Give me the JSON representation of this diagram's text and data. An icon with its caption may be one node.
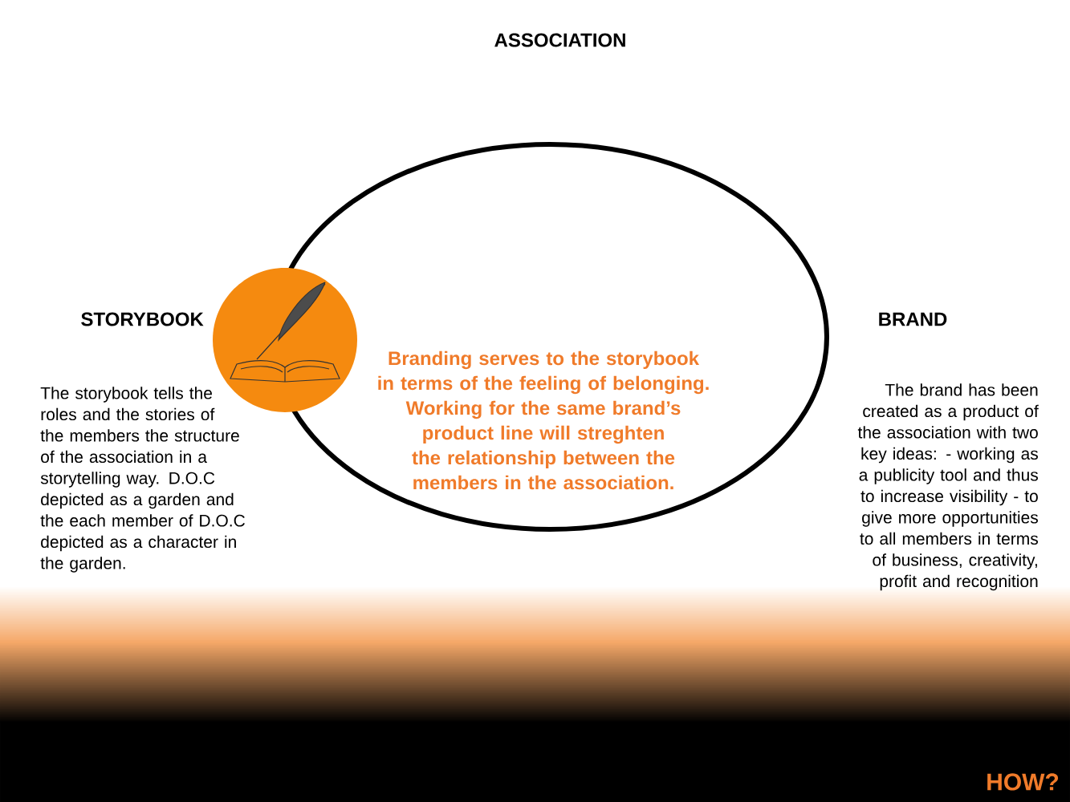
{
  "diagram": {
    "nodes": [
      {
        "text": [],
        "shape": "circle",
        "beside": [
          "STORYBOOK"
        ]
      }
    ],
    "edges": [],
    "labels": [
      "ASSOCIATION",
      "BRAND",
      "Branding serves to the storybook in terms of the feeling of belonging.  Working for the same brand’s product line will streghten the relationship between the members in the association.",
      "The storybook tells the roles and the stories of the members the structure of the association in a storytelling way. D.O.C depicted as a garden and the each member of D.O.C depicted as a character in the garden.",
      "The brand has been created as a product of the association with two key ideas: - working as a publicity tool and thus to increase visibility - to give more opportunities to all members in terms of  business, creativity, profit and recognition",
      "HOW?"
    ]
  }
}
